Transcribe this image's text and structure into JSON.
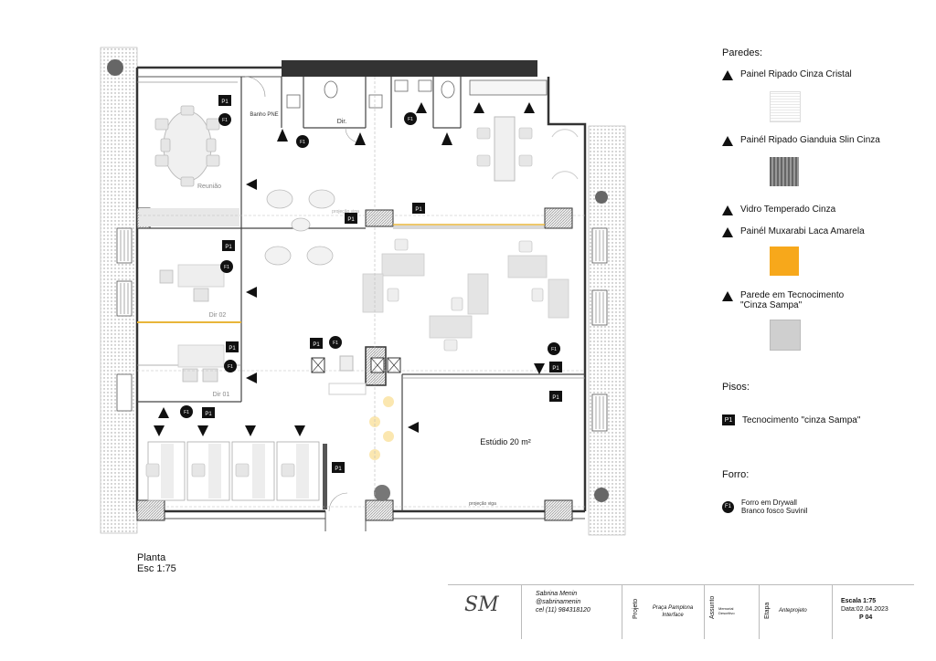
{
  "plan": {
    "caption_title": "Planta",
    "caption_scale": "Esc 1:75",
    "rooms": {
      "reuniao": "Reunião",
      "banho": "Banho PNE",
      "dir": "Dir.",
      "dir02": "Dir 02",
      "dir01": "Dir 01",
      "estudio": "Estúdio 20 m²"
    },
    "notes": {
      "projecao": "projeção viga"
    },
    "tag_p": "P1",
    "tag_f": "F1"
  },
  "legend": {
    "paredes_title": "Paredes:",
    "paredes": [
      {
        "label": "Painel Ripado Cinza Cristal",
        "swatch": "lines-light"
      },
      {
        "label": "Painél Ripado Gianduia Slin Cinza",
        "swatch": "stripes-dark"
      },
      {
        "label": "Vidro Temperado Cinza",
        "swatch": "none"
      },
      {
        "label": "Painél Muxarabi Laca Amarela",
        "swatch": "#f7a81b"
      },
      {
        "label": "Parede em Tecnocimento",
        "label2": "\"Cinza Sampa\"",
        "swatch": "#cfcfcf"
      }
    ],
    "pisos_title": "Pisos:",
    "pisos": [
      {
        "tag": "P1",
        "label": "Tecnocimento \"cinza Sampa\""
      }
    ],
    "forro_title": "Forro:",
    "forro": [
      {
        "tag": "F1",
        "label": "Forro em Drywall",
        "label2": "Branco fosco Suvinil"
      }
    ]
  },
  "title_block": {
    "signature": "SM",
    "author": "Sabrina Menin",
    "handle": "@sabrinamenin",
    "phone": "cel (11) 984318120",
    "projeto_label": "Projeto",
    "projeto_value1": "Praça Pamplona",
    "projeto_value2": "Interface",
    "assunto_label": "Assunto",
    "assunto_value1": "Memorial",
    "assunto_value2": "Descritivo",
    "etapa_label": "Etapa",
    "etapa_value": "Anteprojeto",
    "escala": "Escala 1:75",
    "data": "Data:02.04.2023",
    "page": "P 04"
  },
  "colors": {
    "yellow": "#f7a81b",
    "wall": "#333333",
    "light_wall": "#cfcfcf"
  }
}
